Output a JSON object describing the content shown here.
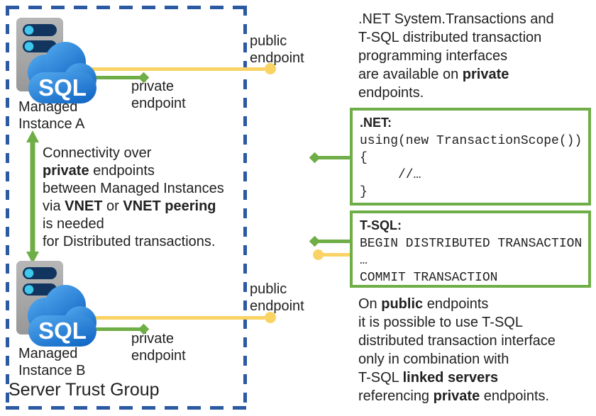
{
  "trust_group": {
    "label": "Server Trust Group",
    "instance_a": {
      "label": "Managed\nInstance A",
      "icon_text": "SQL"
    },
    "instance_b": {
      "label": "Managed\nInstance B",
      "icon_text": "SQL"
    }
  },
  "endpoints": {
    "instance_a": {
      "private_label": "private\nendpoint",
      "public_label": "public\nendpoint"
    },
    "instance_b": {
      "private_label": "private\nendpoint",
      "public_label": "public\nendpoint"
    }
  },
  "connectivity_note": {
    "lines": [
      [
        {
          "t": "Connectivity over"
        }
      ],
      [
        {
          "t": "private",
          "b": true
        },
        {
          "t": " endpoints"
        }
      ],
      [
        {
          "t": "between Managed Instances"
        }
      ],
      [
        {
          "t": "via "
        },
        {
          "t": "VNET",
          "b": true
        },
        {
          "t": " or "
        },
        {
          "t": "VNET peering",
          "b": true
        }
      ],
      [
        {
          "t": "is needed"
        }
      ],
      [
        {
          "t": "for Distributed transactions."
        }
      ]
    ]
  },
  "notes": {
    "private_note": {
      "lines": [
        [
          {
            "t": ".NET System.Transactions and"
          }
        ],
        [
          {
            "t": "T-SQL distributed transaction"
          }
        ],
        [
          {
            "t": "programming interfaces"
          }
        ],
        [
          {
            "t": "are available on "
          },
          {
            "t": "private",
            "b": true
          }
        ],
        [
          {
            "t": "endpoints."
          }
        ]
      ]
    },
    "public_note": {
      "lines": [
        [
          {
            "t": "On "
          },
          {
            "t": "public",
            "b": true
          },
          {
            "t": " endpoints"
          }
        ],
        [
          {
            "t": "it is possible to use T-SQL"
          }
        ],
        [
          {
            "t": "distributed transaction interface"
          }
        ],
        [
          {
            "t": "only in combination with"
          }
        ],
        [
          {
            "t": "T-SQL "
          },
          {
            "t": "linked servers",
            "b": true
          }
        ],
        [
          {
            "t": "referencing "
          },
          {
            "t": "private",
            "b": true
          },
          {
            "t": " endpoints."
          }
        ]
      ]
    }
  },
  "code_boxes": {
    "dotnet": {
      "title": ".NET:",
      "lines": [
        "using(new TransactionScope())",
        "{",
        "     //…",
        "}"
      ]
    },
    "tsql": {
      "title": "T-SQL:",
      "lines": [
        "BEGIN DISTRIBUTED TRANSACTION",
        "…",
        "COMMIT TRANSACTION"
      ]
    }
  },
  "colors": {
    "trust_group_border": "#2b59a2",
    "private_endpoint_green": "#6fad46",
    "public_endpoint_yellow": "#fad365",
    "code_box_border": "#6fad46",
    "cloud_blue": "#1f7ad6",
    "server_gray": "#a9a9a9",
    "server_slot_navy": "#11355f",
    "server_led_cyan": "#3fc8ec",
    "text": "#212121"
  }
}
